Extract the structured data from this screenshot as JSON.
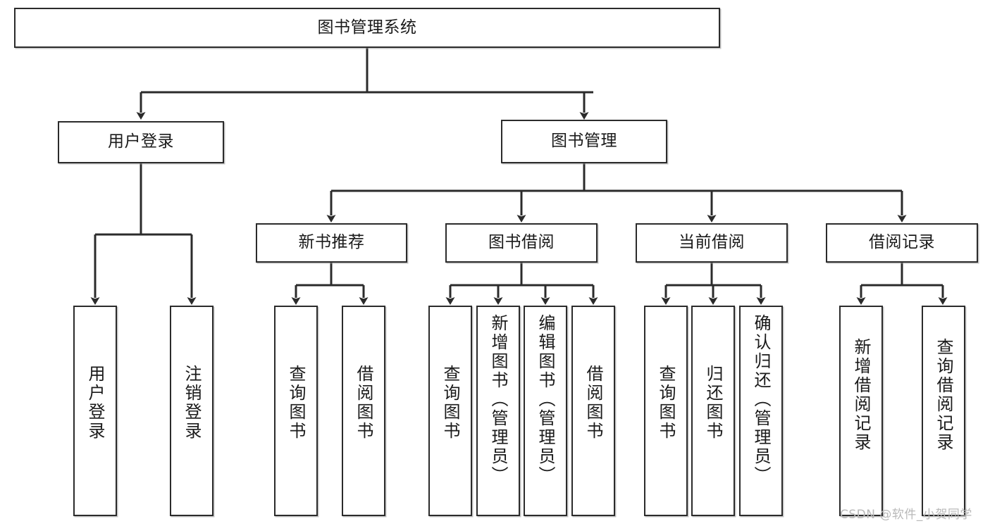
{
  "diagram": {
    "type": "tree-hierarchy",
    "title": "图书管理系统",
    "orientation": "top-down",
    "watermark": "CSDN @软件_小贺同学",
    "line_color": "#2b2b2b",
    "box_fill": "#ffffff",
    "background": "#ffffff"
  },
  "nodes": {
    "root": {
      "label": "图书管理系统",
      "level": 0
    },
    "l1": [
      {
        "id": "user-login",
        "label": "用户登录",
        "level": 1
      },
      {
        "id": "book-manage",
        "label": "图书管理",
        "level": 1
      }
    ],
    "l2": [
      {
        "id": "new-book-rec",
        "label": "新书推荐",
        "level": 2,
        "parent": "book-manage"
      },
      {
        "id": "book-borrow",
        "label": "图书借阅",
        "level": 2,
        "parent": "book-manage"
      },
      {
        "id": "current-borrow",
        "label": "当前借阅",
        "level": 2,
        "parent": "book-manage"
      },
      {
        "id": "borrow-record",
        "label": "借阅记录",
        "level": 2,
        "parent": "book-manage"
      }
    ],
    "leaves": [
      {
        "id": "leaf-user-login",
        "label": "用户登录",
        "parent": "user-login"
      },
      {
        "id": "leaf-user-logout",
        "label": "注销登录",
        "parent": "user-login"
      },
      {
        "id": "leaf-rec-query-book",
        "label": "查询图书",
        "parent": "new-book-rec"
      },
      {
        "id": "leaf-rec-borrow-book",
        "label": "借阅图书",
        "parent": "new-book-rec"
      },
      {
        "id": "leaf-bb-query-book",
        "label": "查询图书",
        "parent": "book-borrow"
      },
      {
        "id": "leaf-bb-add-book",
        "label": "新增图书（管理员）",
        "parent": "book-borrow"
      },
      {
        "id": "leaf-bb-edit-book",
        "label": "编辑图书（管理员）",
        "parent": "book-borrow"
      },
      {
        "id": "leaf-bb-borrow-book",
        "label": "借阅图书",
        "parent": "book-borrow"
      },
      {
        "id": "leaf-cb-query-book",
        "label": "查询图书",
        "parent": "current-borrow"
      },
      {
        "id": "leaf-cb-return-book",
        "label": "归还图书",
        "parent": "current-borrow"
      },
      {
        "id": "leaf-cb-confirm-return",
        "label": "确认归还（管理员）",
        "parent": "current-borrow"
      },
      {
        "id": "leaf-br-add-record",
        "label": "新增借阅记录",
        "parent": "borrow-record"
      },
      {
        "id": "leaf-br-query-record",
        "label": "查询借阅记录",
        "parent": "borrow-record"
      }
    ]
  }
}
